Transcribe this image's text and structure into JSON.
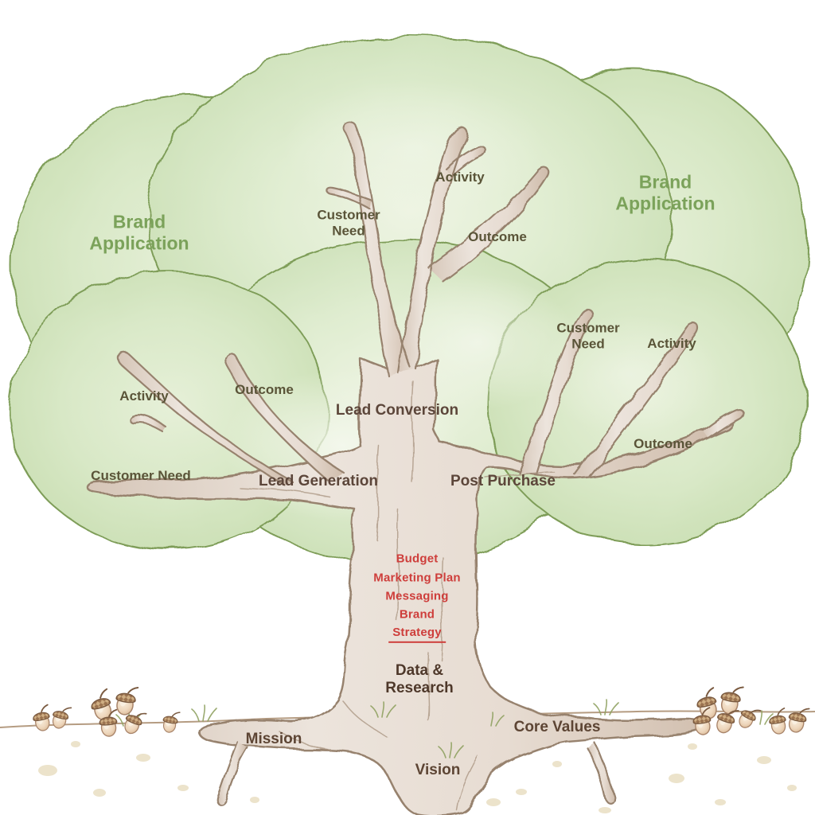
{
  "canopy": {
    "brand_application_left": "Brand Application",
    "brand_application_right": "Brand Application"
  },
  "top_branch": {
    "stage": "Lead Conversion",
    "activity": "Activity",
    "customer_need": "Customer Need",
    "outcome": "Outcome"
  },
  "left_branch": {
    "stage": "Lead Generation",
    "activity": "Activity",
    "customer_need": "Customer Need",
    "outcome": "Outcome"
  },
  "right_branch": {
    "stage": "Post Purchase",
    "activity": "Activity",
    "customer_need": "Customer Need",
    "outcome": "Outcome"
  },
  "trunk": {
    "line1": "Budget",
    "line2": "Marketing Plan",
    "line3": "Messaging",
    "line4": "Brand",
    "line5": "Strategy",
    "base": "Data & Research"
  },
  "roots": {
    "mission": "Mission",
    "vision": "Vision",
    "core_values": "Core Values"
  },
  "colors": {
    "foliage_fill": "#d7e7c4",
    "foliage_outline": "#7e9d58",
    "bark_fill": "#e2d6cc",
    "bark_outline": "#97826e",
    "label_green": "#7ba25a",
    "label_olive": "#5a5438",
    "label_brown": "#5c463a",
    "label_red": "#ce3e3b",
    "label_root_brown": "#5d4534"
  }
}
